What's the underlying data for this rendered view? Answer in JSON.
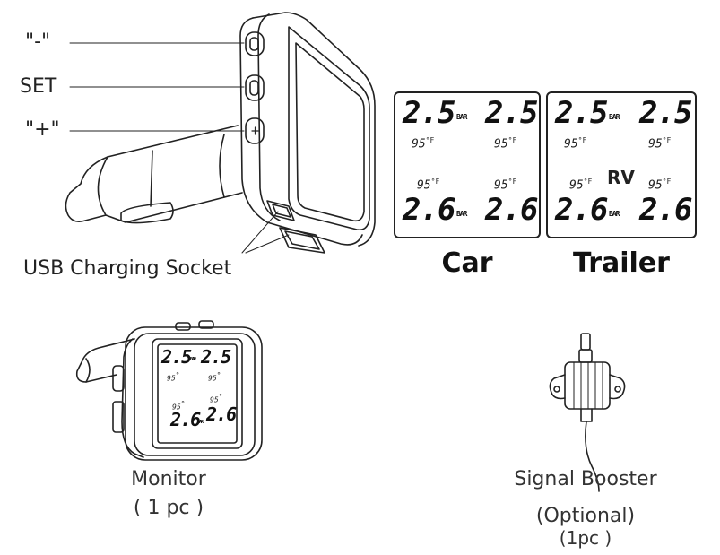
{
  "labels": {
    "minus": "\"-\"",
    "set": "SET",
    "plus": "\"+\"",
    "usb": "USB Charging Socket"
  },
  "panels": {
    "car": {
      "title": "Car",
      "front_pressure": "2.5",
      "rear_pressure": "2.6",
      "unit_pressure": "BAR",
      "temp": "95",
      "unit_temp": "°F"
    },
    "trailer": {
      "title": "Trailer",
      "front_pressure": "2.5",
      "rear_pressure": "2.6",
      "unit_pressure": "BAR",
      "temp": "95",
      "unit_temp": "°F",
      "badge": "RV"
    }
  },
  "monitor": {
    "caption": "Monitor",
    "qty": "( 1 pc )",
    "front_pressure": "2.5",
    "rear_pressure": "2.6",
    "unit_pressure": "BAR",
    "temp": "95",
    "unit_temp": "°"
  },
  "booster": {
    "caption": "Signal Booster",
    "optional": "(Optional)",
    "qty": "(1pc )"
  }
}
